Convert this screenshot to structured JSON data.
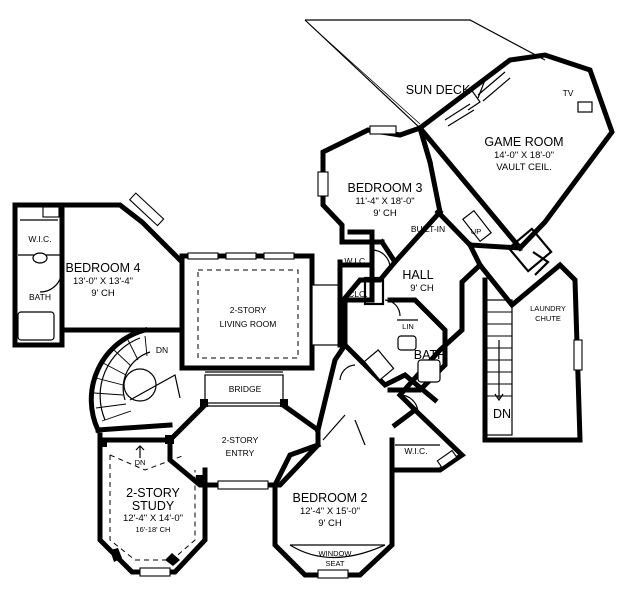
{
  "rooms": {
    "sun_deck": "SUN DECK",
    "game_room": {
      "name": "GAME ROOM",
      "dims": "14'-0\" X 18'-0\"",
      "ceiling": "VAULT CEIL."
    },
    "tv": "TV",
    "bedroom3": {
      "name": "BEDROOM 3",
      "dims": "11'-4\" X 18'-0\"",
      "ceiling": "9' CH"
    },
    "built_in": "BUILT-IN",
    "up": "UP",
    "bedroom4": {
      "name": "BEDROOM 4",
      "dims": "13'-0\" X 13'-4\"",
      "ceiling": "9' CH"
    },
    "wic_bed4": "W.I.C.",
    "bath_bed4": "BATH",
    "living": {
      "line1": "2-STORY",
      "line2": "LIVING ROOM"
    },
    "wic_bed3": "W.I.C.",
    "clo": "CLO.",
    "hall": {
      "name": "HALL",
      "ceiling": "9' CH"
    },
    "lin": "LIN",
    "bath_shared": "BATH",
    "laundry": {
      "line1": "LAUNDRY",
      "line2": "CHUTE"
    },
    "dn_stair_right": "DN",
    "dn_spiral": "DN",
    "bridge": "BRIDGE",
    "entry": {
      "line1": "2-STORY",
      "line2": "ENTRY"
    },
    "study": {
      "line1": "2-STORY",
      "line2": "STUDY",
      "dims": "12'-4\" X 14'-0\"",
      "ceiling": "16'-18' CH",
      "dn": "DN"
    },
    "bedroom2": {
      "name": "BEDROOM 2",
      "dims": "12'-4\" X 15'-0\"",
      "ceiling": "9' CH"
    },
    "window_seat": {
      "line1": "WINDOW",
      "line2": "SEAT"
    },
    "wic_bed2": "W.I.C."
  }
}
